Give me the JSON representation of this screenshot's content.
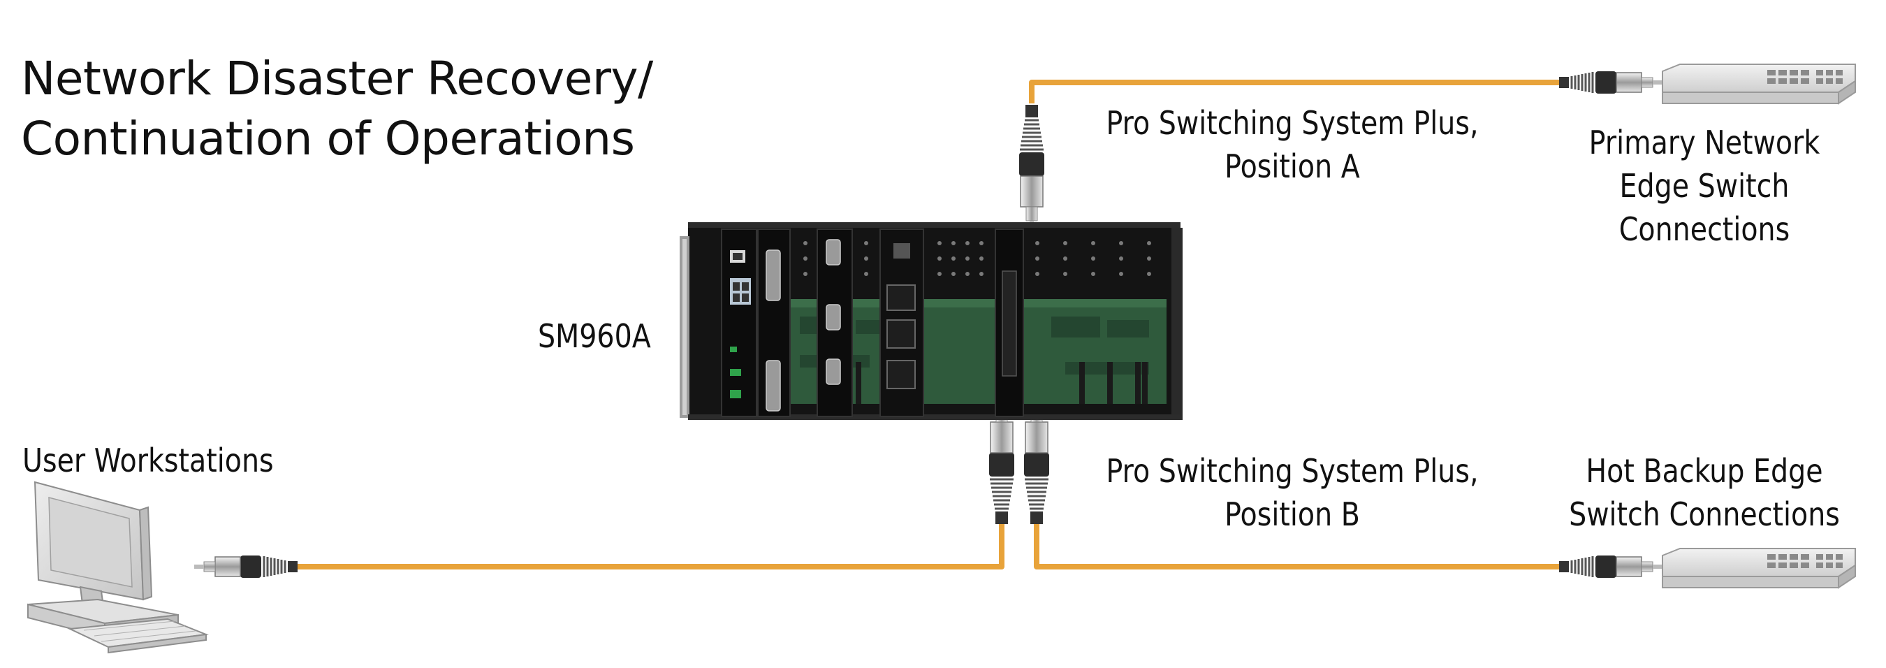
{
  "title": {
    "line1": "Network Disaster Recovery/",
    "line2": "Continuation of Operations"
  },
  "device": {
    "model": "SM960A"
  },
  "links": {
    "position_a": {
      "line1": "Pro Switching System Plus,",
      "line2": "Position A"
    },
    "position_b": {
      "line1": "Pro Switching System Plus,",
      "line2": "Position B"
    }
  },
  "endpoints": {
    "primary": {
      "line1": "Primary Network",
      "line2": "Edge Switch",
      "line3": "Connections"
    },
    "backup": {
      "line1": "Hot Backup Edge",
      "line2": "Switch Connections"
    },
    "workstations": {
      "label": "User Workstations"
    }
  },
  "colors": {
    "fiber": "#e8a33a",
    "chassis": "#1a1a1a",
    "board": "#2f5a3c",
    "switch": "#d9d9d9"
  },
  "icons": [
    "fiber-connector-icon",
    "edge-switch-icon",
    "computer-workstation-icon",
    "sm960a-chassis-icon"
  ]
}
